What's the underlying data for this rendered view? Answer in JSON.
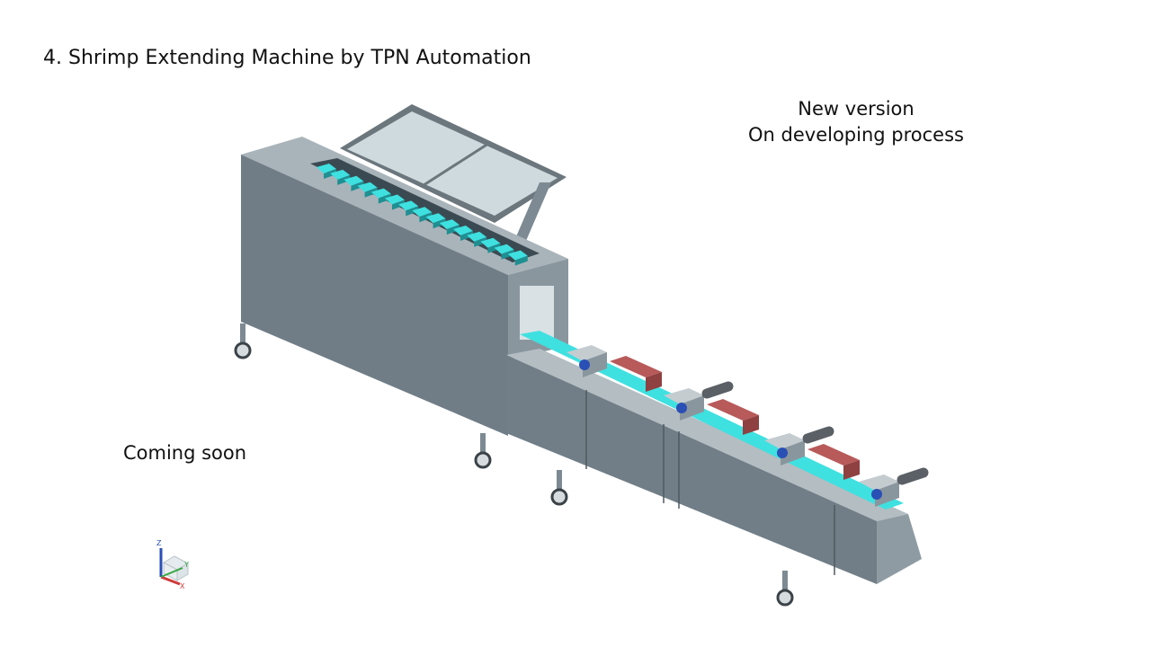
{
  "slide": {
    "title": "4. Shrimp Extending Machine by TPN Automation",
    "note_line1": "New version",
    "note_line2": "On developing process",
    "coming_soon": "Coming soon"
  },
  "axes_widget": {
    "z": "Z",
    "y": "Y",
    "x": "X"
  },
  "colors": {
    "frame_gray": "#7d8a93",
    "frame_dark": "#5f6b73",
    "conveyor_cyan": "#3fe0e0",
    "cutter_red": "#b85a5a",
    "motor_blue": "#2a4fb5",
    "tray_light": "#cfdadf"
  }
}
